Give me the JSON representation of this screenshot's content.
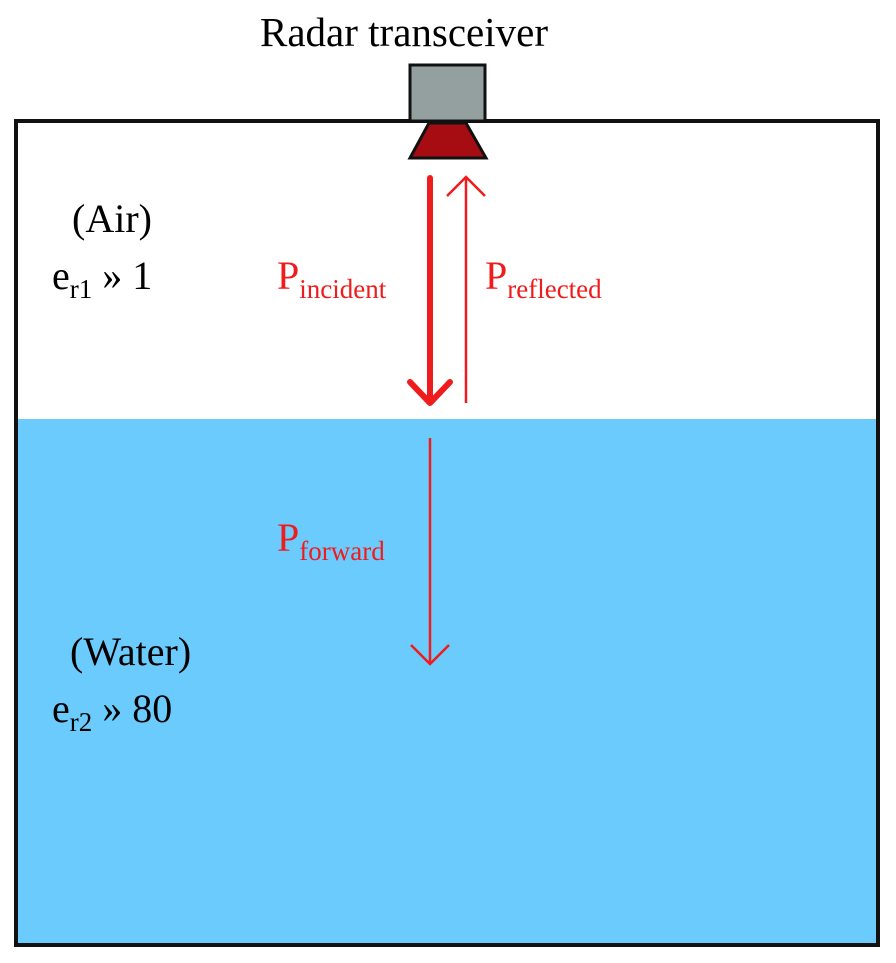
{
  "title": "Radar transceiver",
  "colors": {
    "frame": "#111111",
    "air": "#ffffff",
    "water": "#6ccbfd",
    "transceiver_body": "#949f9f",
    "antenna_horn": "#a60d12",
    "arrow": "#ee1c1c"
  },
  "media": {
    "air": {
      "name": "(Air)",
      "symbol": "e",
      "subscript": "r1",
      "relation": "»",
      "value": "1"
    },
    "water": {
      "name": "(Water)",
      "symbol": "e",
      "subscript": "r2",
      "relation": "»",
      "value": "80"
    }
  },
  "signals": {
    "incident": {
      "symbol": "P",
      "subscript": "incident",
      "direction": "down"
    },
    "reflected": {
      "symbol": "P",
      "subscript": "reflected",
      "direction": "up"
    },
    "forward": {
      "symbol": "P",
      "subscript": "forward",
      "direction": "down"
    }
  }
}
